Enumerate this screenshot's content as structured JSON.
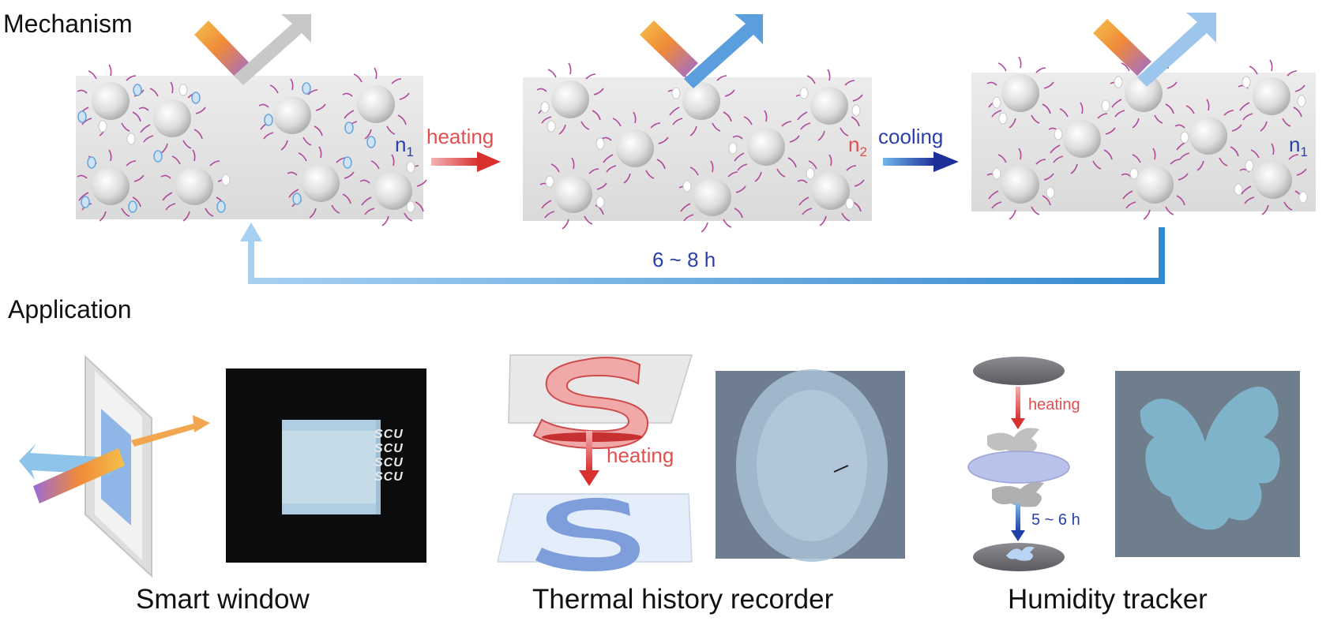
{
  "headings": {
    "mechanism": "Mechanism",
    "application": "Application"
  },
  "mechanism": {
    "arrow_heating": "heating",
    "arrow_cooling": "cooling",
    "return_time": "6 ~ 8 h",
    "panels": [
      {
        "label": "n",
        "sub": "1"
      },
      {
        "label": "n",
        "sub": "2"
      },
      {
        "label": "n",
        "sub": "1"
      }
    ]
  },
  "applications": {
    "smart_window": {
      "caption": "Smart window",
      "sample_text": [
        "SCU",
        "SCU",
        "SCU",
        "SCU"
      ]
    },
    "thermal_recorder": {
      "caption": "Thermal history recorder",
      "arrow_label": "heating"
    },
    "humidity_tracker": {
      "caption": "Humidity tracker",
      "arrow_heating": "heating",
      "arrow_time": "5 ~ 6 h"
    }
  },
  "colors": {
    "heating": "#e05050",
    "cooling": "#2a3fa8",
    "light_blue": "#8ec3ea",
    "panel_gray": "#e3e3e3"
  }
}
